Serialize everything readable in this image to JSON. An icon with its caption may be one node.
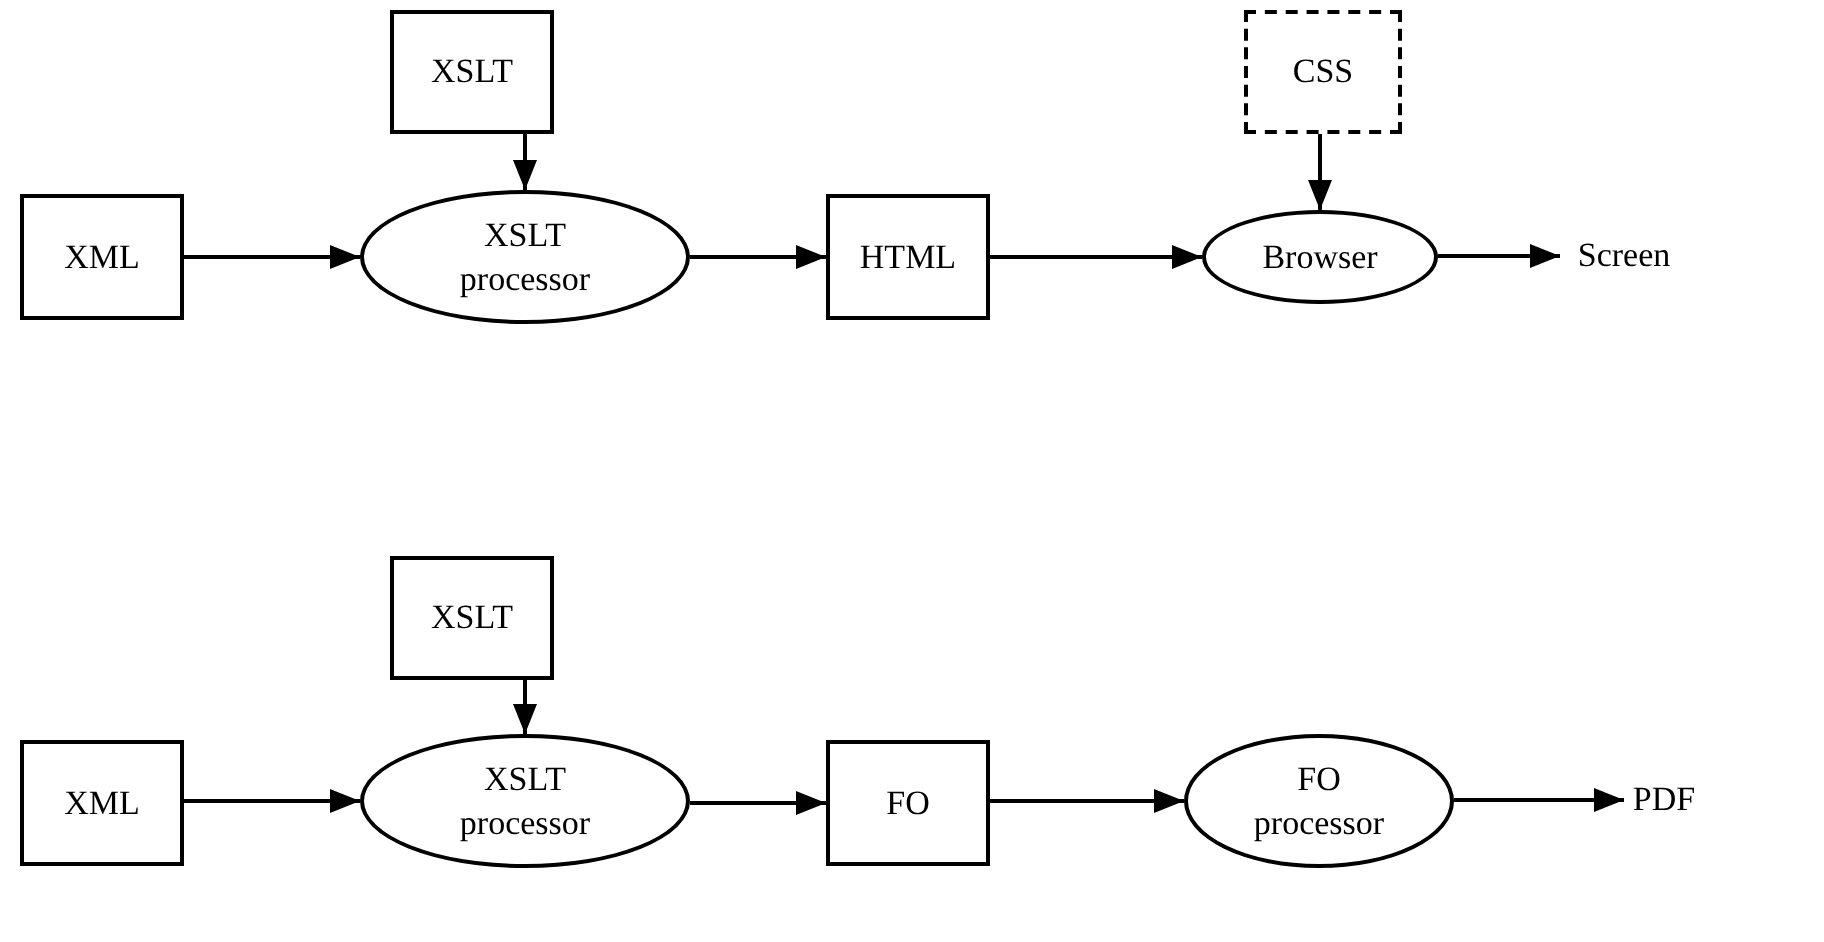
{
  "diagram": {
    "nodes": [
      {
        "text": [
          "XSLT"
        ]
      },
      {
        "text": [
          "CSS"
        ]
      },
      {
        "text": [
          "XML"
        ]
      },
      {
        "text": [
          "XSLT processor"
        ]
      },
      {
        "text": [
          "HTML"
        ]
      },
      {
        "text": [
          "Browser"
        ]
      },
      {
        "text": [
          "Screen"
        ]
      },
      {
        "text": [
          "XSLT"
        ]
      },
      {
        "text": [
          "XML"
        ]
      },
      {
        "text": [
          "XSLT processor"
        ]
      },
      {
        "text": [
          "FO"
        ]
      },
      {
        "text": [
          "FO processor"
        ]
      },
      {
        "text": [
          "PDF"
        ]
      }
    ],
    "edges": [
      {
        "from": 0,
        "to": 3,
        "arrow": "to"
      },
      {
        "from": 2,
        "to": 3,
        "arrow": "to"
      },
      {
        "from": 3,
        "to": 4,
        "arrow": "to"
      },
      {
        "from": 4,
        "to": 5,
        "arrow": "to"
      },
      {
        "from": 1,
        "to": 5,
        "arrow": "to"
      },
      {
        "from": 5,
        "to": 6,
        "arrow": "to"
      },
      {
        "from": 7,
        "to": 9,
        "arrow": "to"
      },
      {
        "from": 8,
        "to": 9,
        "arrow": "to"
      },
      {
        "from": 9,
        "to": 10,
        "arrow": "to"
      },
      {
        "from": 10,
        "to": 11,
        "arrow": "to"
      },
      {
        "from": 11,
        "to": 12,
        "arrow": "to"
      }
    ]
  }
}
